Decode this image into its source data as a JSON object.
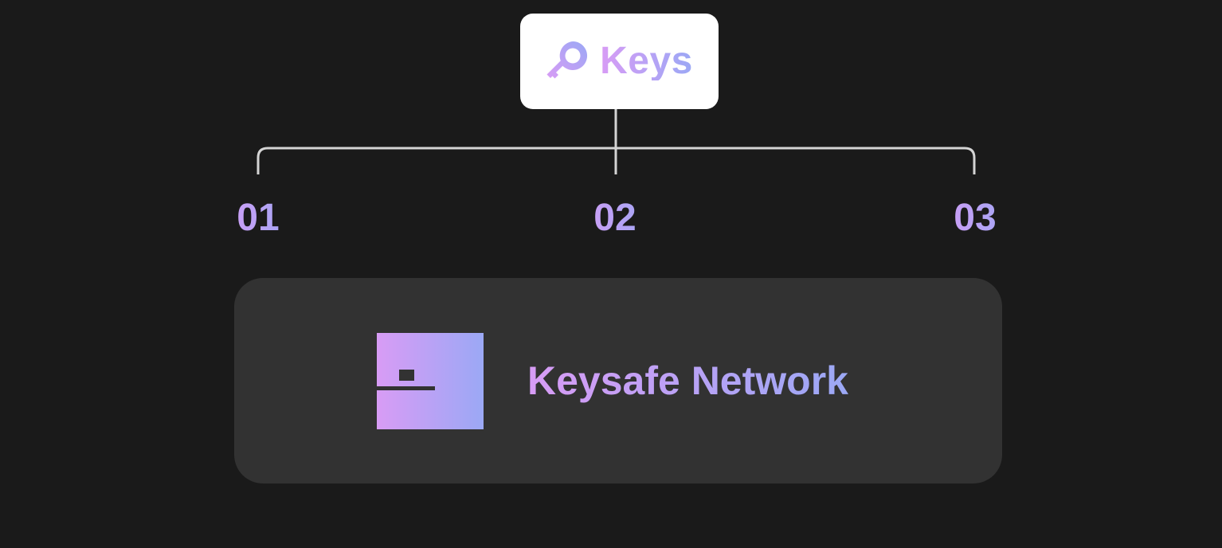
{
  "root": {
    "label": "Keys",
    "icon": "key-icon"
  },
  "steps": [
    {
      "number": "01"
    },
    {
      "number": "02"
    },
    {
      "number": "03"
    }
  ],
  "network": {
    "name": "Keysafe Network",
    "logo": "keysafe-logo-icon"
  },
  "colors": {
    "background": "#1a1a1a",
    "card": "#323232",
    "root_card": "#ffffff",
    "connector": "#d9d9d9",
    "gradient_start": "#d89cf5",
    "gradient_end": "#9ba8f5"
  }
}
